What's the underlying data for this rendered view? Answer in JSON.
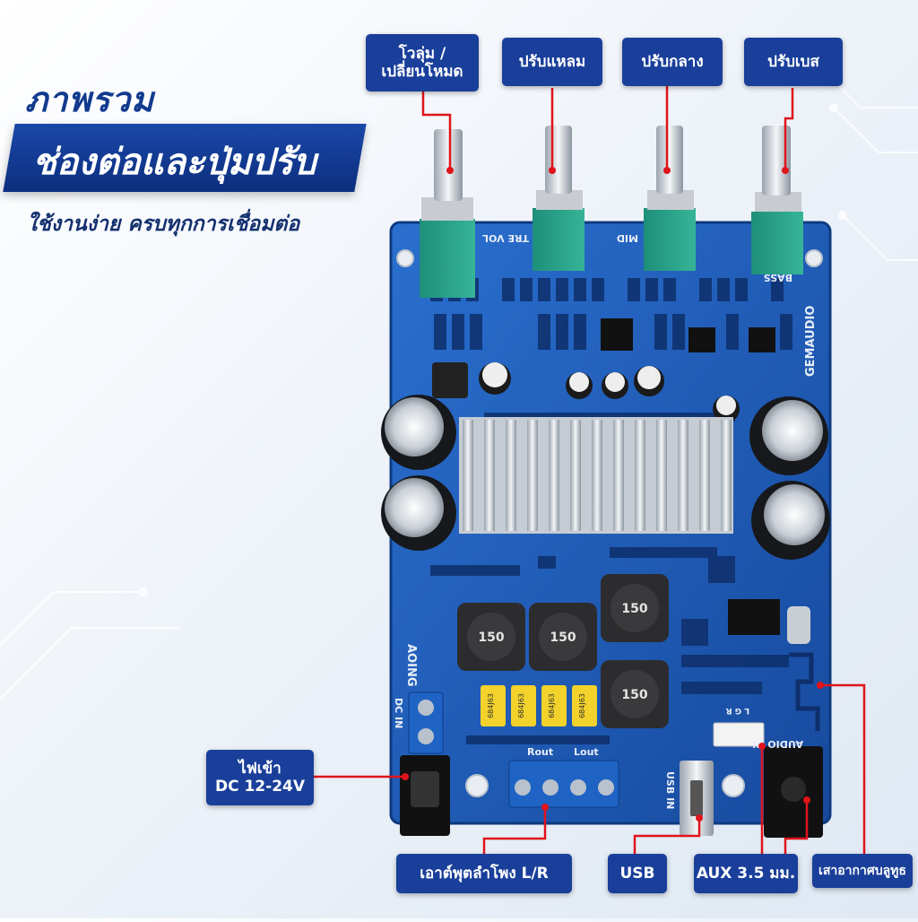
{
  "heading": {
    "title": "ภาพรวม",
    "banner": "ช่องต่อและปุ่มปรับ",
    "subtitle": "ใช้งานง่าย ครบทุกการเชื่อมต่อ"
  },
  "labels": {
    "volume_mode": "โวลุ่ม /\nเปลี่ยนโหมด",
    "treble": "ปรับแหลม",
    "mid": "ปรับกลาง",
    "bass": "ปรับเบส",
    "power": "ไฟเข้า\nDC 12-24V",
    "speaker_out": "เอาต์พุตลำโพง L/R",
    "usb": "USB",
    "aux": "AUX 3.5 มม.",
    "antenna": "เสาอากาศบลูทูธ"
  },
  "board": {
    "brand_right": "GEMAUDIO",
    "brand_left": "AOING",
    "inductor_value": "150",
    "capacitor_marking": "684J63",
    "silk_bass": "BASS",
    "silk_mid": "MID",
    "silk_vol": "TRE  VOL",
    "silk_usb": "USB IN",
    "silk_audio": "AUDIO IN",
    "silk_rout": "Rout",
    "silk_lout": "Lout",
    "silk_dc": "DC IN",
    "silk_lr": "L  G  R"
  },
  "colors": {
    "pcb": "#1d5cb8",
    "label_bg": "#1a3f9a",
    "callout_line": "#e0141b",
    "title": "#123a8f"
  }
}
